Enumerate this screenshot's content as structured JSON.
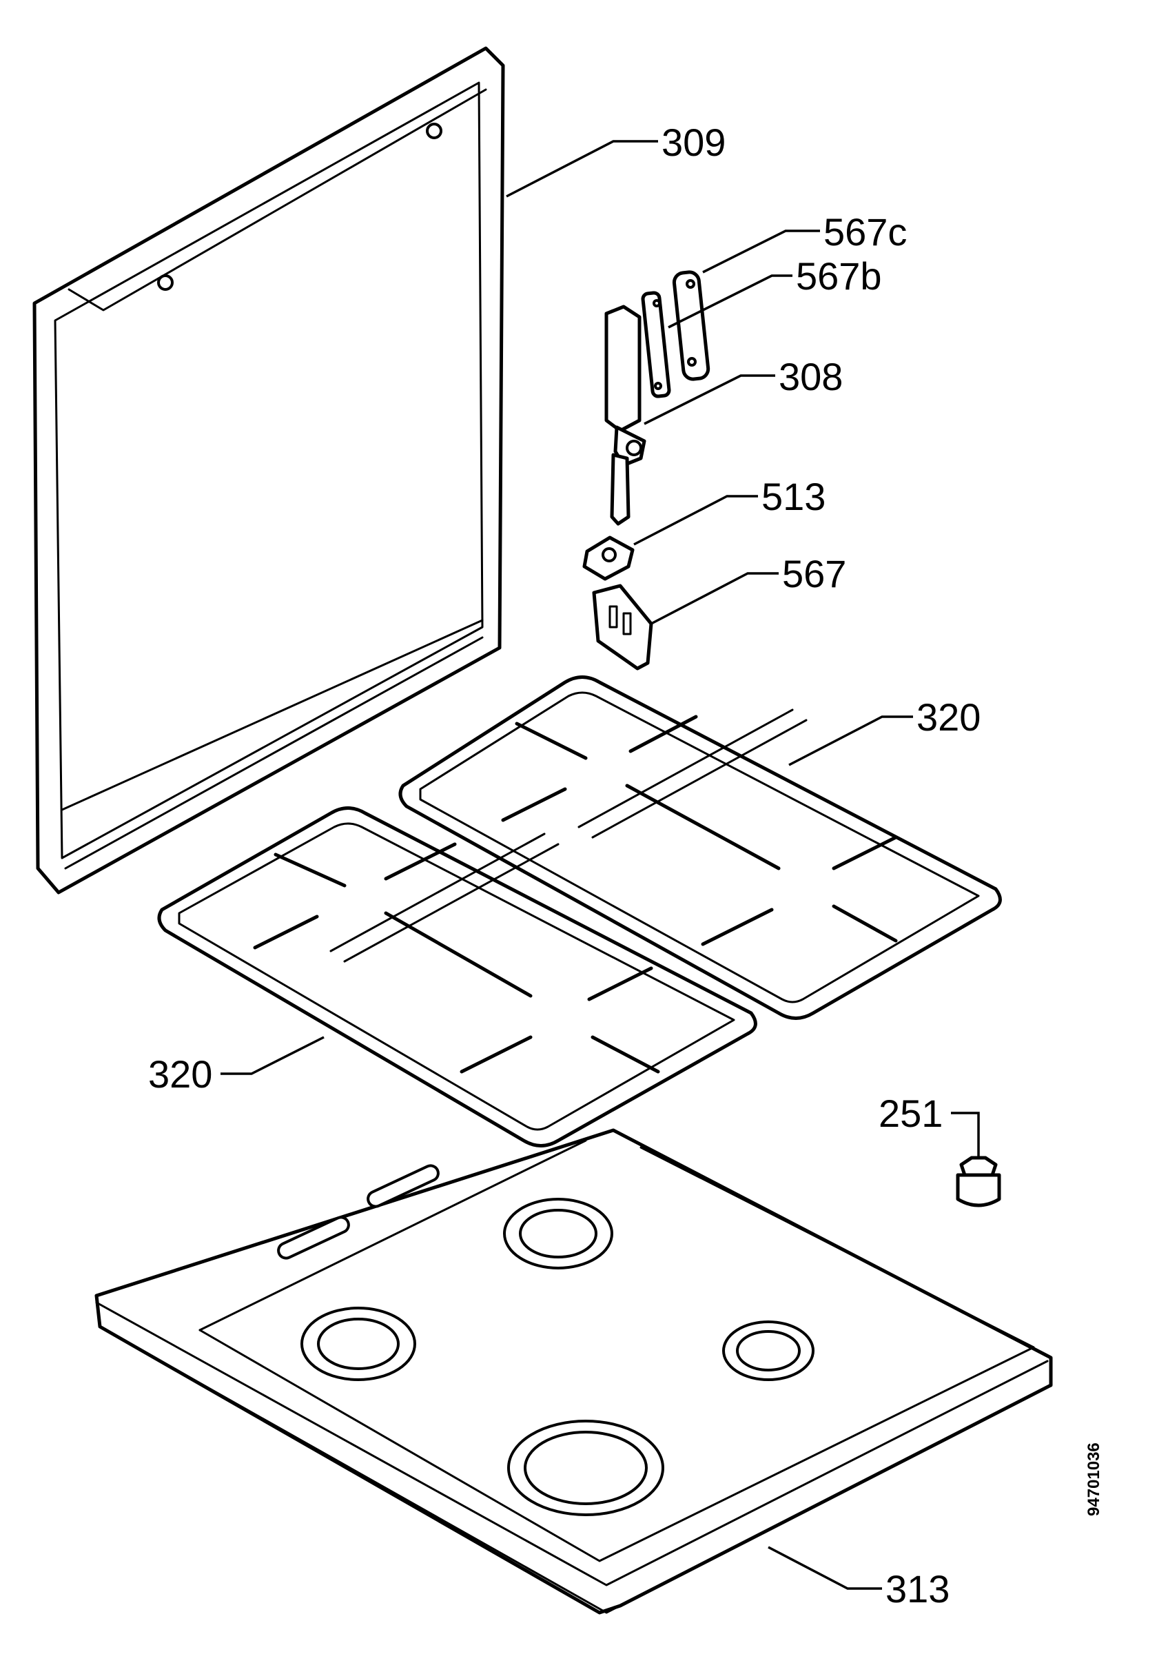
{
  "diagram": {
    "labels": {
      "lid": "309",
      "hinge_plate_c": "567c",
      "hinge_plate_b": "567b",
      "hinge": "308",
      "hinge_bracket": "513",
      "hinge_plate": "567",
      "pan_support_right": "320",
      "pan_support_left": "320",
      "knob": "251",
      "hob_top": "313"
    },
    "document_number": "94701036"
  }
}
